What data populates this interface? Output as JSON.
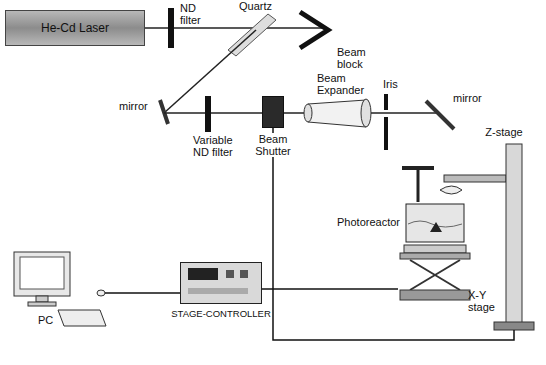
{
  "diagram": {
    "nodes": [
      {
        "text": [
          "He-Cd Laser"
        ]
      },
      {
        "text": [
          "Beam Shutter"
        ]
      },
      {
        "text": [
          "Z-stage"
        ]
      },
      {
        "text": [
          "X-Y stage"
        ]
      },
      {
        "text": [
          "PC"
        ]
      },
      {
        "text": [
          "STAGE-CONTROLLER"
        ]
      }
    ],
    "edges": [
      {
        "from": 4,
        "to": 5,
        "arrow": "none"
      },
      {
        "from": 5,
        "to": 3,
        "arrow": "none"
      },
      {
        "from": 1,
        "to": 2,
        "arrow": "none"
      }
    ],
    "labels": [
      "ND filter",
      "Quartz",
      "Beam block",
      "mirror",
      "Variable ND filter",
      "Beam Expander",
      "Iris",
      "mirror",
      "Photoreactor"
    ]
  }
}
